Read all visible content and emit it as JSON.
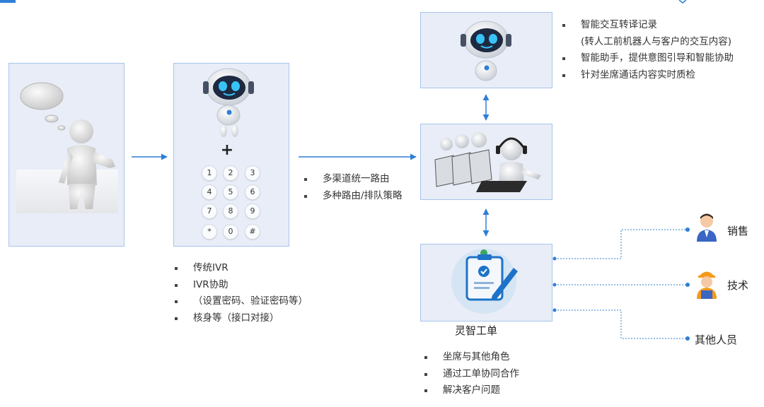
{
  "ivr_box": {
    "plus": "+",
    "keys": [
      "1",
      "2",
      "3",
      "4",
      "5",
      "6",
      "7",
      "8",
      "9",
      "*",
      "0",
      "#"
    ]
  },
  "ivr_features": [
    "传统IVR",
    "IVR协助",
    "（设置密码、验证密码等）",
    "核身等（接口对接）"
  ],
  "routing_features": [
    "多渠道统一路由",
    "多种路由/排队策略"
  ],
  "ai_features": [
    "智能交互转译记录",
    "(转人工前机器人与客户的交互内容)",
    "智能助手，提供意图引导和智能协助",
    "针对坐席通话内容实时质检"
  ],
  "ticket": {
    "title": "灵智工单",
    "features": [
      "坐席与其他角色",
      "通过工单协同合作",
      "解决客户问题"
    ]
  },
  "roles": [
    "销售",
    "技术",
    "其他人员"
  ],
  "colors": {
    "accent": "#2e7fd6",
    "box_fill": "#e8edf7",
    "box_border": "#a8c4ec"
  }
}
